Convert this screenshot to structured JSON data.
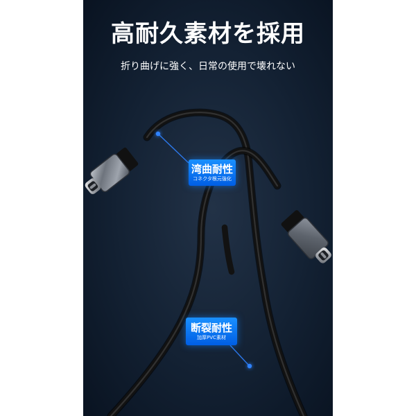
{
  "headline": "高耐久素材を採用",
  "subheadline": "折り曲げに強く、日常の使用で壊れない",
  "callouts": [
    {
      "title": "湾曲耐性",
      "subtitle": "コネクタ根元強化"
    },
    {
      "title": "断裂耐性",
      "subtitle": "加厚PVC素材"
    }
  ],
  "colors": {
    "background": "#0b1525",
    "badge": "#0a73ff",
    "callout_line": "#2f82ff",
    "cable": "#111111",
    "connector": "#8a909a",
    "text": "#ffffff"
  }
}
